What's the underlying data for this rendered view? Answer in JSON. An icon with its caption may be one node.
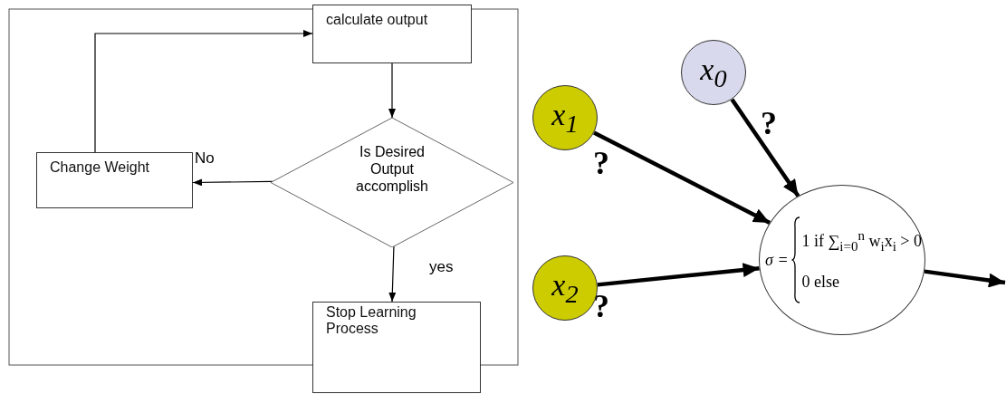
{
  "diagram": {
    "nodes": [
      {
        "text": [
          "calculate output"
        ]
      },
      {
        "text": [
          "Is Desired Output accomplish"
        ]
      },
      {
        "text": [
          "Change Weight"
        ]
      },
      {
        "text": [
          "Stop Learning Process"
        ]
      },
      {
        "text": [
          "x$_{0}$"
        ]
      },
      {
        "text": [
          "x$_{1}$"
        ]
      },
      {
        "text": [
          "x$_{2}$"
        ]
      },
      {
        "text": [
          "σ =",
          "1 if ∑$_{i=0}$$^{n}$ w$_{i}$x$_{i}$ > 0",
          "0 else"
        ]
      }
    ],
    "edges": [
      {
        "from": 0,
        "to": 1,
        "arrow": "to"
      },
      {
        "from": 1,
        "to": 2,
        "arrow": "to",
        "label": "No"
      },
      {
        "from": 2,
        "to": 0,
        "arrow": "to"
      },
      {
        "from": 1,
        "to": 3,
        "arrow": "to",
        "label": "yes"
      },
      {
        "from": 4,
        "to": 7,
        "arrow": "to",
        "style": "thick",
        "label": "?"
      },
      {
        "from": 5,
        "to": 7,
        "arrow": "to",
        "style": "thick",
        "label": "?"
      },
      {
        "from": 6,
        "to": 7,
        "arrow": "to",
        "style": "thick",
        "label": "?"
      },
      {
        "from": 7,
        "to": null,
        "arrow": "to",
        "style": "thick"
      }
    ]
  }
}
